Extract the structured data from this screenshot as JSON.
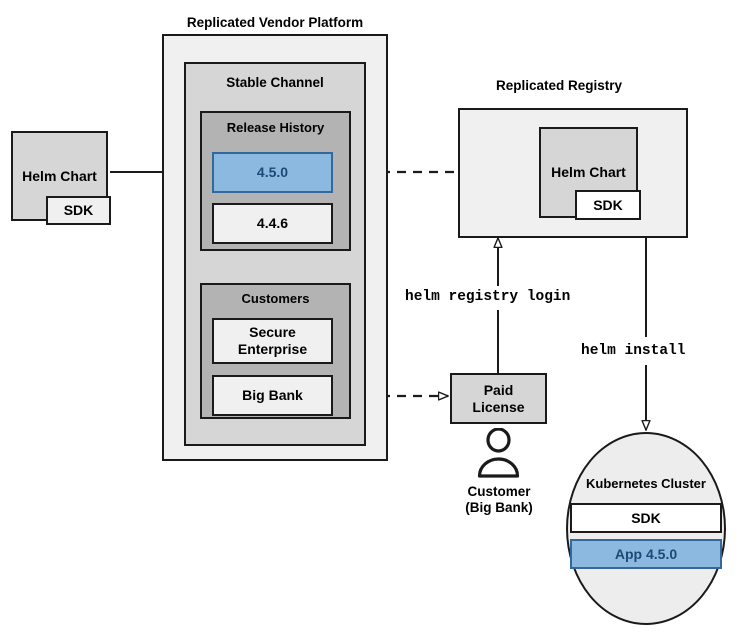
{
  "diagram": {
    "title_vendor_platform": "Replicated Vendor Platform",
    "title_registry": "Replicated Registry"
  },
  "source_chart": {
    "label": "Helm Chart",
    "sdk_label": "SDK"
  },
  "vendor_platform": {
    "channel": {
      "label": "Stable Channel",
      "release_history": {
        "label": "Release History",
        "releases": [
          {
            "version": "4.5.0",
            "highlighted": true
          },
          {
            "version": "4.4.6",
            "highlighted": false
          }
        ]
      },
      "customers": {
        "label": "Customers",
        "entries": [
          {
            "name": "Secure Enterprise"
          },
          {
            "name": "Big Bank"
          }
        ]
      }
    }
  },
  "registry": {
    "chart": {
      "label": "Helm Chart",
      "sdk_label": "SDK"
    }
  },
  "license": {
    "label": "Paid License"
  },
  "customer_actor": {
    "line1": "Customer",
    "line2": "(Big Bank)",
    "icon": "person-icon"
  },
  "cluster": {
    "label": "Kubernetes Cluster",
    "components": [
      {
        "name": "SDK",
        "highlighted": false
      },
      {
        "name": "App 4.5.0",
        "highlighted": true
      }
    ]
  },
  "commands": {
    "registry_login": "helm registry login",
    "install": "helm install"
  },
  "colors": {
    "highlight_fill": "#8cb9e0",
    "highlight_border": "#34689c",
    "highlight_text": "#1d4a75",
    "stroke": "#1a1a1a",
    "fill_light": "#f0f0f0",
    "fill_mid": "#d6d6d6",
    "fill_dark": "#b3b3b3"
  }
}
